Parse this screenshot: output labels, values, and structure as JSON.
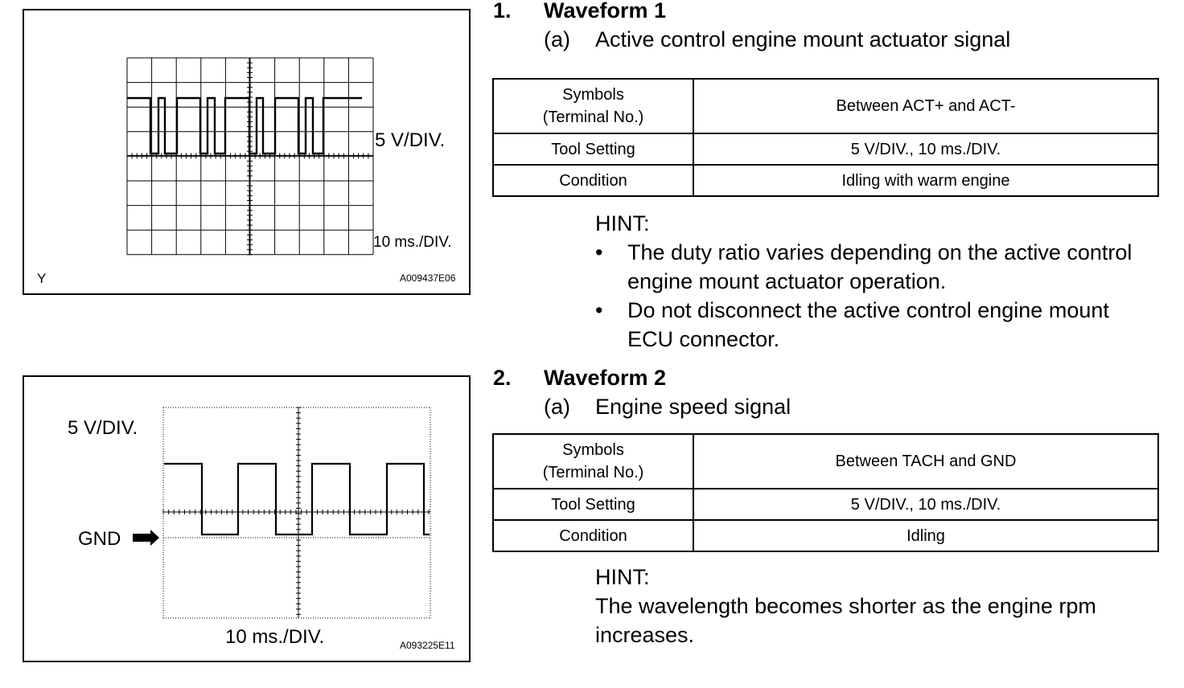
{
  "figure1": {
    "volt_label": "5 V/DIV.",
    "time_label": "10 ms./DIV.",
    "corner_mark": "Y",
    "figure_id": "A009437E06"
  },
  "figure2": {
    "volt_label": "5 V/DIV.",
    "time_label": "10 ms./DIV.",
    "gnd_label": "GND",
    "figure_id": "A093225E11"
  },
  "section1": {
    "number": "1.",
    "title": "Waveform 1",
    "sub_letter": "(a)",
    "sub_title": "Active control engine mount actuator signal",
    "table": [
      {
        "label": [
          "Symbols",
          "(Terminal No.)"
        ],
        "value": "Between ACT+ and ACT-"
      },
      {
        "label": [
          "Tool Setting"
        ],
        "value": "5 V/DIV., 10 ms./DIV."
      },
      {
        "label": [
          "Condition"
        ],
        "value": "Idling with warm engine"
      }
    ],
    "hint_title": "HINT:",
    "hints": [
      "The duty ratio varies depending on the active control engine mount actuator operation.",
      "Do not disconnect the active control engine mount ECU connector."
    ]
  },
  "section2": {
    "number": "2.",
    "title": "Waveform 2",
    "sub_letter": "(a)",
    "sub_title": "Engine speed signal",
    "table": [
      {
        "label": [
          "Symbols",
          "(Terminal No.)"
        ],
        "value": "Between TACH and GND"
      },
      {
        "label": [
          "Tool Setting"
        ],
        "value": "5 V/DIV., 10 ms./DIV."
      },
      {
        "label": [
          "Condition"
        ],
        "value": "Idling"
      }
    ],
    "hint_title": "HINT:",
    "hint_text": "The wavelength becomes shorter as the engine rpm increases."
  }
}
